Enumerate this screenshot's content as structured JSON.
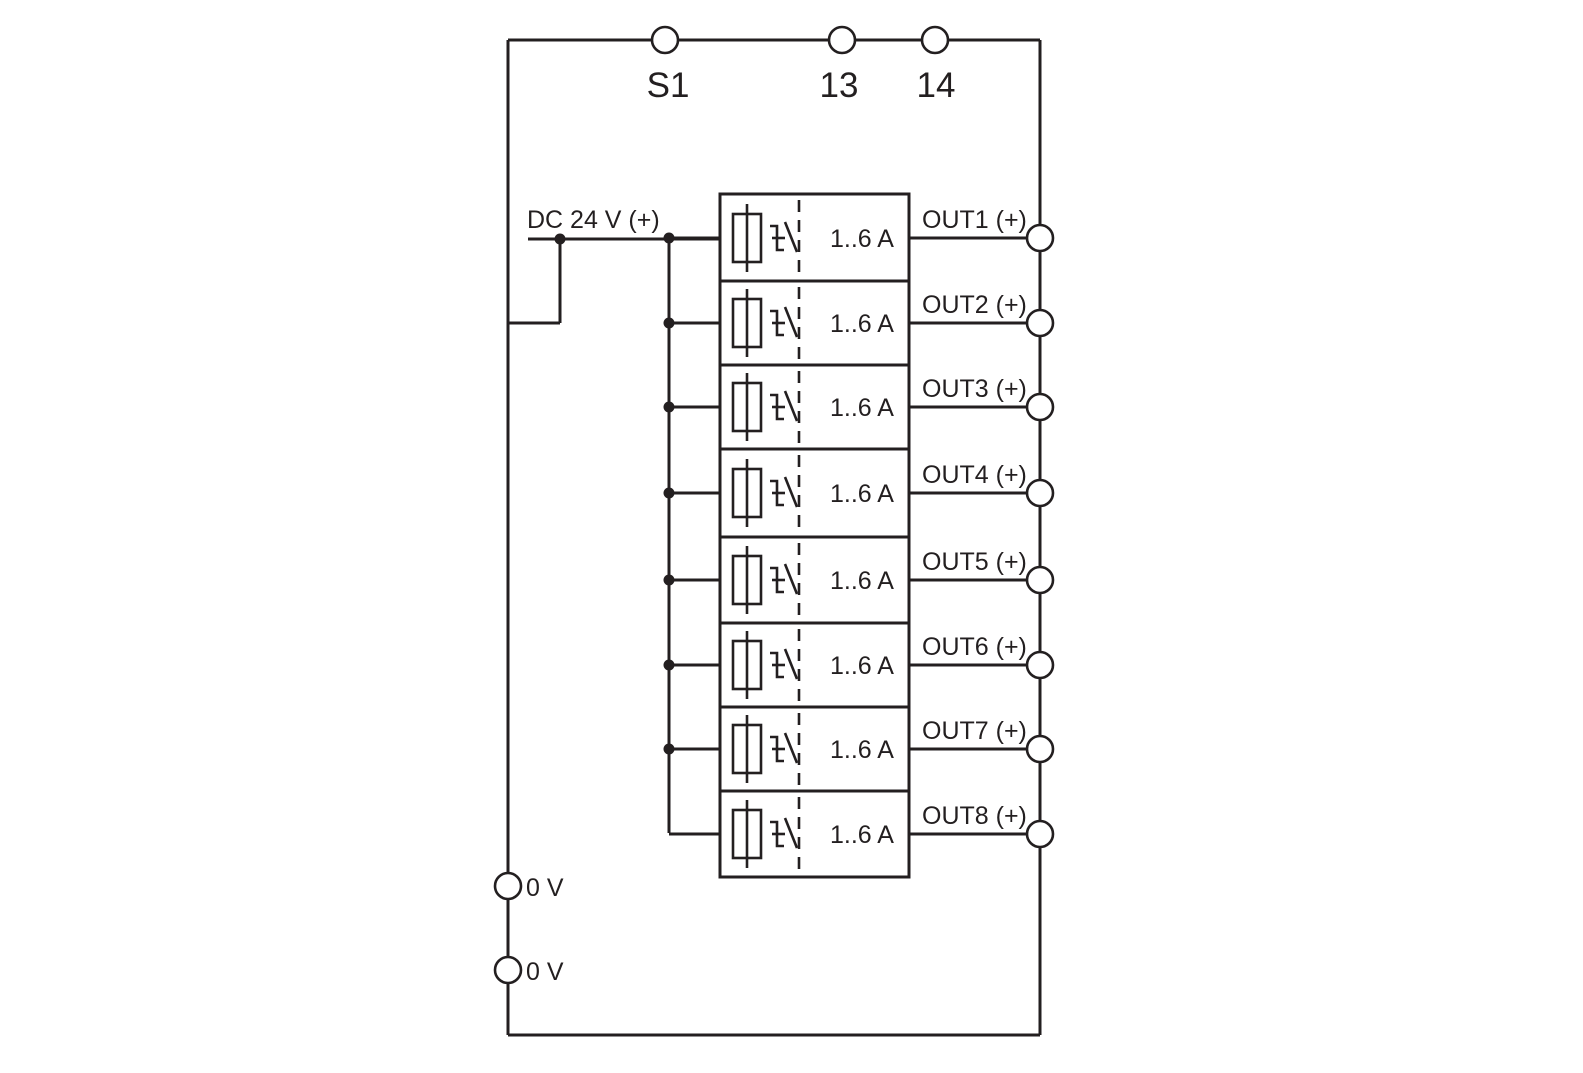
{
  "top_terminals": [
    {
      "id": "s1",
      "label": "S1"
    },
    {
      "id": "13",
      "label": "13"
    },
    {
      "id": "14",
      "label": "14"
    }
  ],
  "supply_label": "DC 24 V (+)",
  "channels": [
    {
      "rating": "1..6 A",
      "output": "OUT1 (+)"
    },
    {
      "rating": "1..6 A",
      "output": "OUT2 (+)"
    },
    {
      "rating": "1..6 A",
      "output": "OUT3 (+)"
    },
    {
      "rating": "1..6 A",
      "output": "OUT4 (+)"
    },
    {
      "rating": "1..6 A",
      "output": "OUT5 (+)"
    },
    {
      "rating": "1..6 A",
      "output": "OUT6 (+)"
    },
    {
      "rating": "1..6 A",
      "output": "OUT7 (+)"
    },
    {
      "rating": "1..6 A",
      "output": "OUT8 (+)"
    }
  ],
  "ground_terminals": [
    {
      "label": "0 V"
    },
    {
      "label": "0 V"
    }
  ]
}
